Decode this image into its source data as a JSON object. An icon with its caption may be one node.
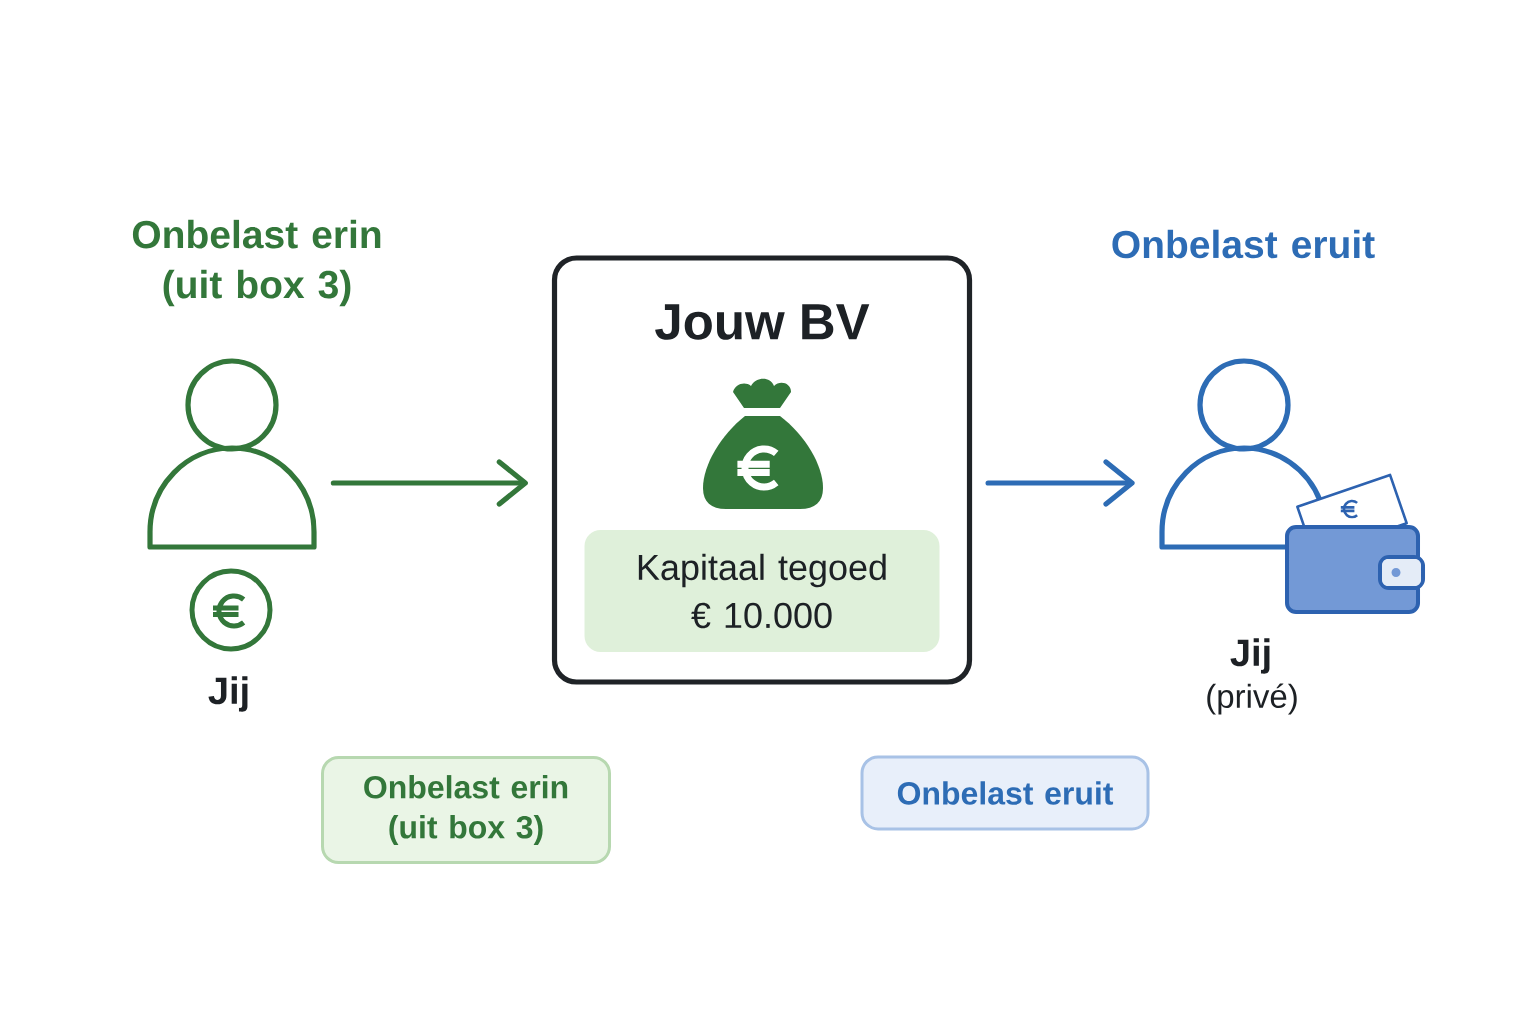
{
  "diagram": {
    "nodes": [
      {
        "text": [
          "Jij"
        ]
      },
      {
        "text": [
          "Jouw BV"
        ]
      },
      {
        "text": [
          "Kapitaal tegoed",
          "€ 10.000"
        ],
        "in": 1
      },
      {
        "text": [
          "Jij",
          "(privé)"
        ]
      },
      {
        "text": [
          "Onbelast erin (uit box 3)"
        ]
      },
      {
        "text": [
          "Onbelast eruit"
        ]
      }
    ],
    "edges": [
      {
        "from": 0,
        "to": 1,
        "arrow": "to",
        "color": "#33773a"
      },
      {
        "from": 1,
        "to": 3,
        "arrow": "to",
        "color": "#2d6cb5"
      }
    ],
    "labels": [
      "Onbelast erin (uit box 3)",
      "Onbelast eruit"
    ]
  }
}
